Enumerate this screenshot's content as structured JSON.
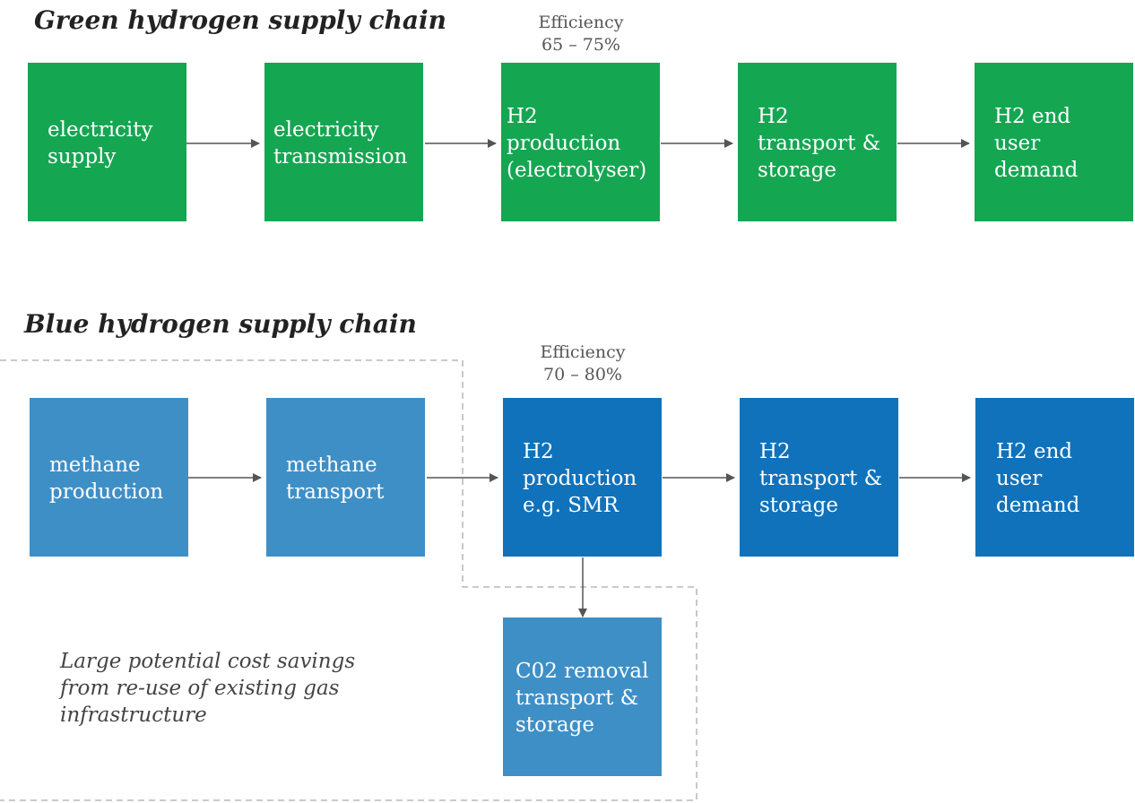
{
  "green_chain": {
    "title": "Green hydrogen supply chain",
    "efficiency": {
      "label": "Efficiency",
      "value": "65 – 75%"
    },
    "boxes": [
      {
        "lines": [
          "electricity",
          "supply"
        ]
      },
      {
        "lines": [
          "electricity",
          "transmission"
        ]
      },
      {
        "lines": [
          "H2",
          "production",
          "(electrolyser)"
        ]
      },
      {
        "lines": [
          "H2",
          "transport &",
          "storage"
        ]
      },
      {
        "lines": [
          "H2 end",
          "user",
          "demand"
        ]
      }
    ]
  },
  "blue_chain": {
    "title": "Blue hydrogen supply chain",
    "efficiency": {
      "label": "Efficiency",
      "value": "70 – 80%"
    },
    "boxes": [
      {
        "lines": [
          "methane",
          "production"
        ]
      },
      {
        "lines": [
          "methane",
          "transport"
        ]
      },
      {
        "lines": [
          "H2",
          "production",
          "e.g. SMR"
        ]
      },
      {
        "lines": [
          "H2",
          "transport &",
          "storage"
        ]
      },
      {
        "lines": [
          "H2 end",
          "user",
          "demand"
        ]
      }
    ],
    "co2_box": {
      "lines": [
        "C02 removal",
        "transport &",
        "storage"
      ]
    },
    "note": {
      "lines": [
        "Large potential cost savings",
        "from re-use of existing gas",
        "infrastructure"
      ]
    }
  },
  "colors": {
    "green": "#15a652",
    "blue_light": "#3f8fc7",
    "blue_dark": "#1072ba",
    "arrow": "#555555",
    "dashed_border": "#aaaaaa"
  }
}
